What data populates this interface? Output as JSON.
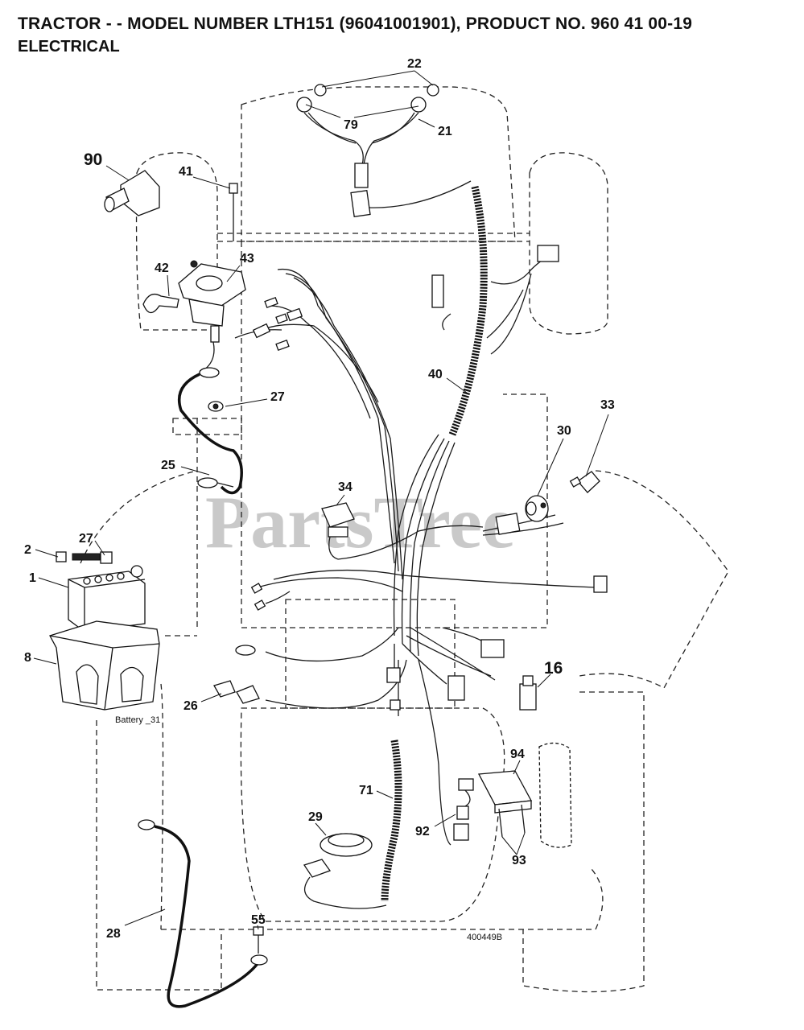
{
  "header": {
    "title": "TRACTOR - - MODEL NUMBER LTH151 (96041001901), PRODUCT NO. 960 41 00-19",
    "subtitle": "ELECTRICAL"
  },
  "watermark": "PartsTree",
  "callouts": [
    {
      "id": "c22",
      "label": "22"
    },
    {
      "id": "c79",
      "label": "79"
    },
    {
      "id": "c21",
      "label": "21"
    },
    {
      "id": "c90",
      "label": "90"
    },
    {
      "id": "c41",
      "label": "41"
    },
    {
      "id": "c43",
      "label": "43"
    },
    {
      "id": "c42",
      "label": "42"
    },
    {
      "id": "c27a",
      "label": "27"
    },
    {
      "id": "c40",
      "label": "40"
    },
    {
      "id": "c33",
      "label": "33"
    },
    {
      "id": "c30",
      "label": "30"
    },
    {
      "id": "c25",
      "label": "25"
    },
    {
      "id": "c34",
      "label": "34"
    },
    {
      "id": "c2",
      "label": "2"
    },
    {
      "id": "c27b",
      "label": "27"
    },
    {
      "id": "c1",
      "label": "1"
    },
    {
      "id": "c8",
      "label": "8"
    },
    {
      "id": "c16",
      "label": "16"
    },
    {
      "id": "c26",
      "label": "26"
    },
    {
      "id": "c94",
      "label": "94"
    },
    {
      "id": "c71",
      "label": "71"
    },
    {
      "id": "c29",
      "label": "29"
    },
    {
      "id": "c92",
      "label": "92"
    },
    {
      "id": "c93",
      "label": "93"
    },
    {
      "id": "c28",
      "label": "28"
    },
    {
      "id": "c55",
      "label": "55"
    }
  ],
  "battery_note": "Battery _31",
  "drawing_number": "400449B"
}
